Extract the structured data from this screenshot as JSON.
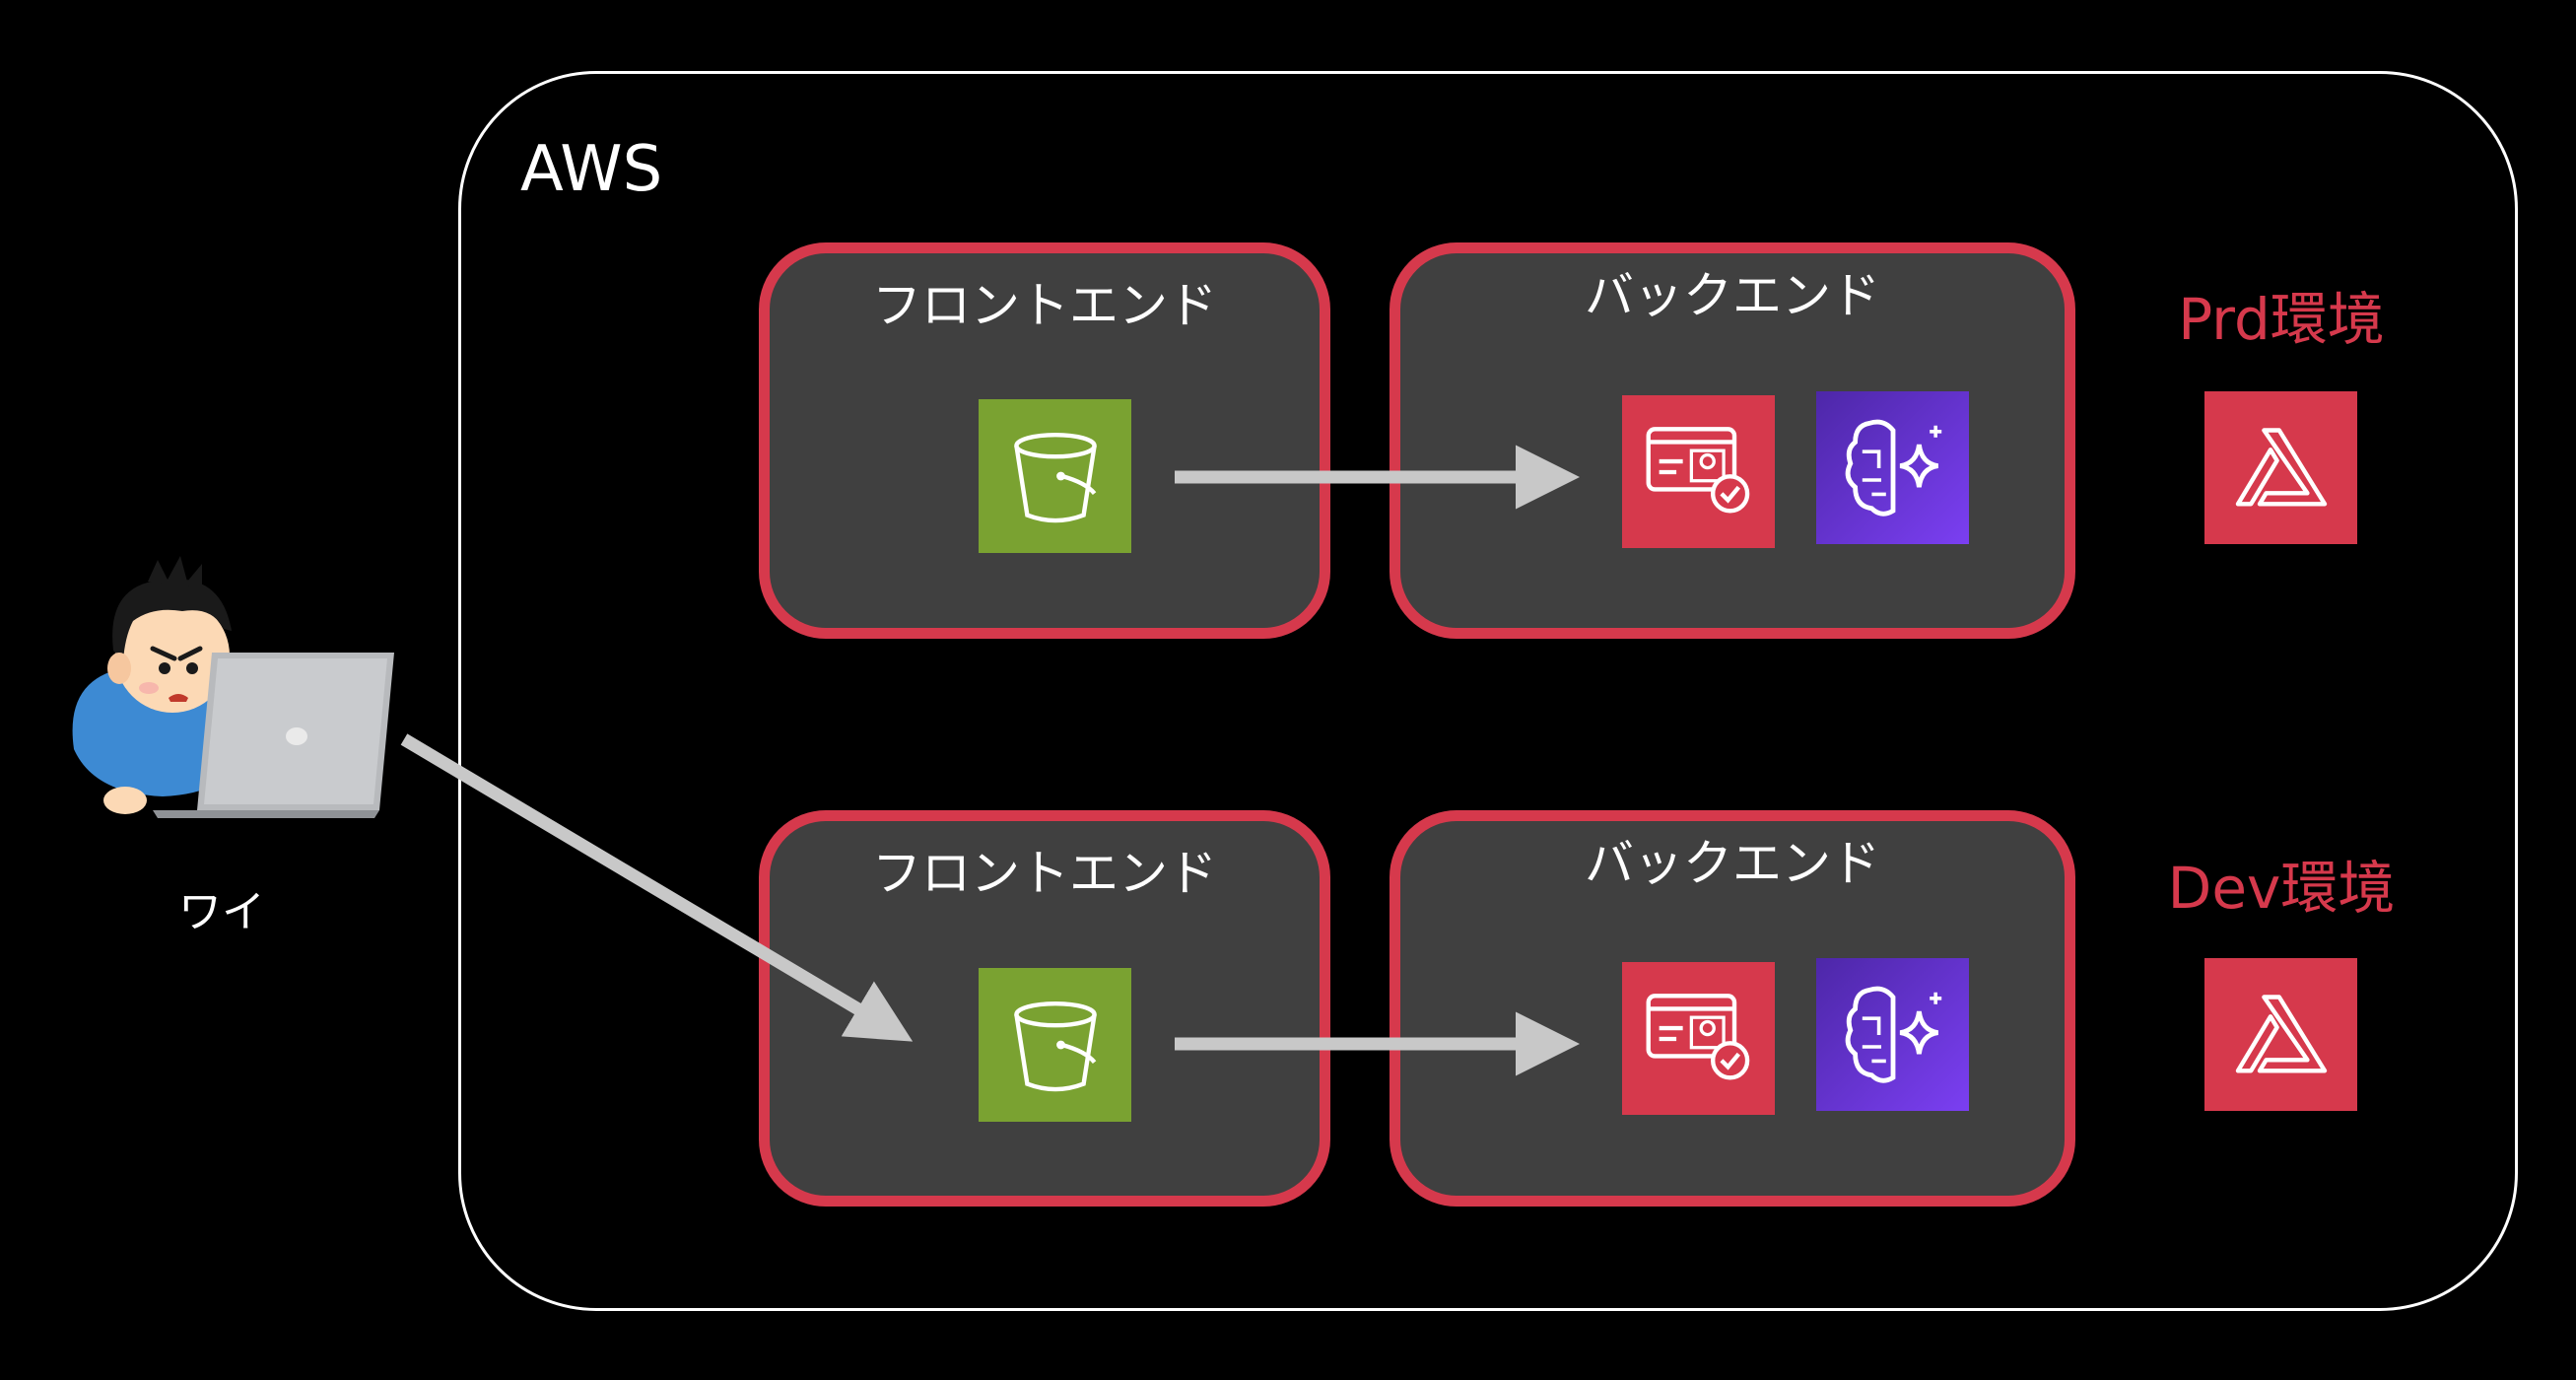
{
  "aws": {
    "label": "AWS"
  },
  "user": {
    "label": "ワイ",
    "illustration": "person-with-laptop"
  },
  "environments": [
    {
      "env_label": "Prd環境",
      "frontend": {
        "label": "フロントエンド",
        "icon": "s3-bucket-icon",
        "color": "#7aa231"
      },
      "backend": {
        "label": "バックエンド",
        "icons": [
          {
            "name": "cognito-icon",
            "color": "#d6394c"
          },
          {
            "name": "bedrock-icon",
            "color": "#7b3ff2"
          }
        ]
      },
      "amplify": {
        "icon": "amplify-icon",
        "color": "#d6394c"
      }
    },
    {
      "env_label": "Dev環境",
      "frontend": {
        "label": "フロントエンド",
        "icon": "s3-bucket-icon",
        "color": "#7aa231"
      },
      "backend": {
        "label": "バックエンド",
        "icons": [
          {
            "name": "cognito-icon",
            "color": "#d6394c"
          },
          {
            "name": "bedrock-icon",
            "color": "#7b3ff2"
          }
        ]
      },
      "amplify": {
        "icon": "amplify-icon",
        "color": "#d6394c"
      }
    }
  ],
  "arrows": {
    "color": "#c8c8c8",
    "connections": [
      {
        "from": "user",
        "to": "environments.1.frontend"
      },
      {
        "from": "environments.0.frontend",
        "to": "environments.0.backend"
      },
      {
        "from": "environments.1.frontend",
        "to": "environments.1.backend"
      }
    ]
  }
}
